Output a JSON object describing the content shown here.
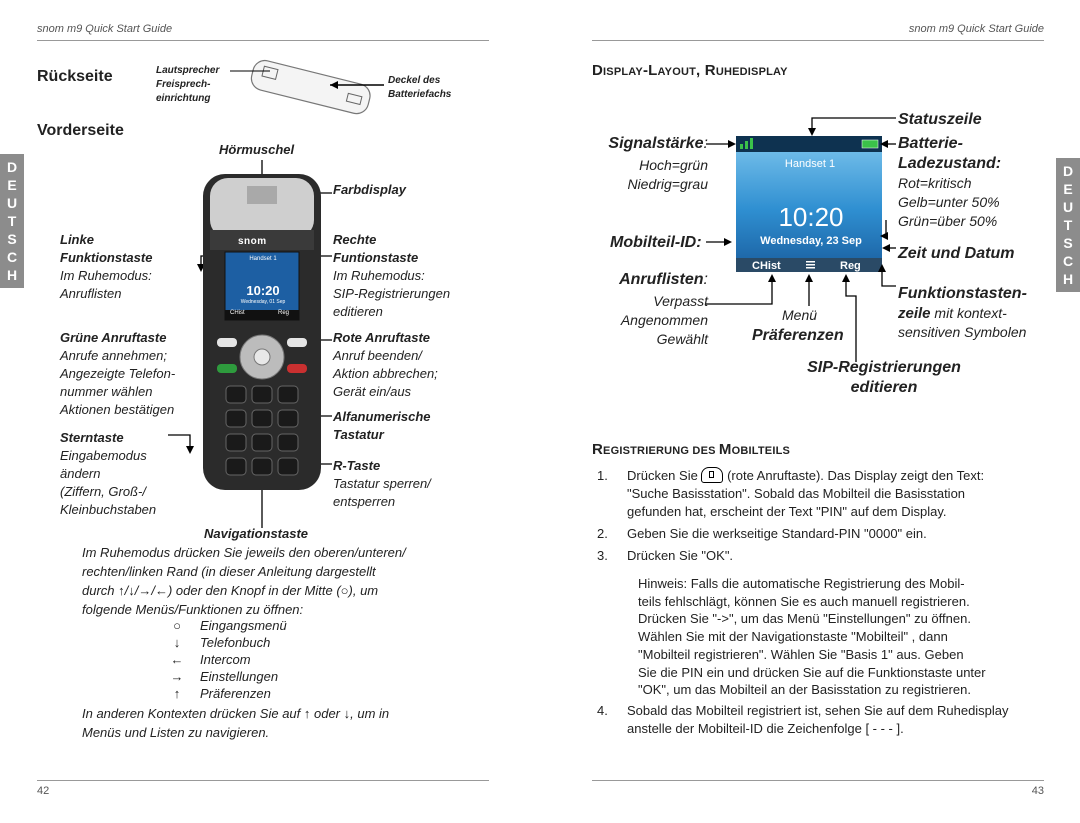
{
  "header": {
    "left": "snom m9 Quick Start Guide",
    "right": "snom m9 Quick Start Guide"
  },
  "footer": {
    "left_page": "42",
    "right_page": "43"
  },
  "side_tab": {
    "letters": [
      "D",
      "E",
      "U",
      "T",
      "S",
      "C",
      "H"
    ]
  },
  "left": {
    "back_title": "Rückseite",
    "back_labels": {
      "speaker": "Lautsprecher",
      "handsfree_1": "Freisprech-",
      "handsfree_2": "einrichtung",
      "cover_1": "Deckel des",
      "cover_2": "Batteriefachs"
    },
    "front_title": "Vorderseite",
    "earpiece": "Hörmuschel",
    "color_display": "Farbdisplay",
    "left_fkey": {
      "title_1": "Linke",
      "title_2": "Funktionstaste",
      "desc_1": "Im Ruhemodus:",
      "desc_2": "Anruflisten"
    },
    "right_fkey": {
      "title_1": "Rechte",
      "title_2": "Funtionstaste",
      "desc_1": "Im Ruhemodus:",
      "desc_2": "SIP-Registrierungen",
      "desc_3": "editieren"
    },
    "green_key": {
      "title": "Grüne Anruftaste",
      "l1": "Anrufe annehmen;",
      "l2": "Angezeigte Telefon-",
      "l3": "nummer wählen",
      "l4": "Aktionen bestätigen"
    },
    "red_key": {
      "title": "Rote Anruftaste",
      "l1": "Anruf beenden/",
      "l2": "Aktion abbrechen;",
      "l3": "Gerät ein/aus"
    },
    "alpha": {
      "l1": "Alfanumerische",
      "l2": "Tastatur"
    },
    "star_key": {
      "title": "Sterntaste",
      "l1": "Eingabemodus",
      "l2": "ändern",
      "l3": "(Ziffern, Groß-/",
      "l4": "Kleinbuchstaben"
    },
    "r_key": {
      "title": "R-Taste",
      "l1": "Tastatur sperren/",
      "l2": "entsperren"
    },
    "nav_key": {
      "title": "Navigationstaste",
      "p1": "Im Ruhemodus drücken Sie jeweils den oberen/unteren/",
      "p2": "rechten/linken Rand  (in dieser Anleitung dargestellt",
      "p3": "durch ↑/↓/→/←) oder den Knopf in der Mitte (○), um",
      "p4": "folgende Menüs/Funktionen zu öffnen:",
      "items": [
        {
          "sym": "○",
          "text": "Eingangsmenü"
        },
        {
          "sym": "↓",
          "text": "Telefonbuch"
        },
        {
          "sym": "←",
          "text": "Intercom"
        },
        {
          "sym": "→",
          "text": "Einstellungen"
        },
        {
          "sym": "↑",
          "text": "Präferenzen"
        }
      ],
      "q1": "In anderen Kontexten drücken Sie auf ↑ oder ↓, um in",
      "q2": "Menüs und Listen zu navigieren."
    },
    "phone_screen": {
      "brand": "snom",
      "handset": "Handset 1",
      "time": "10:20",
      "date": "Wednesday, 01 Sep",
      "left": "CHist",
      "right": "Reg"
    }
  },
  "right": {
    "display_heading_1": "D",
    "display_heading_2": "ISPLAY",
    "display_heading_3": "-L",
    "display_heading_4": "AYOUT",
    "display_heading_5": ", R",
    "display_heading_6": "UHEDISPLAY",
    "statuszeile": "Statuszeile",
    "signal": {
      "title": "Signalstärke",
      "colon": ":",
      "l1": "Hoch=grün",
      "l2": "Niedrig=grau"
    },
    "battery": {
      "t1": "Batterie-",
      "t2": "Ladezustand:",
      "l1": "Rot=kritisch",
      "l2": "Gelb=unter 50%",
      "l3": "Grün=über 50%"
    },
    "mobil_id": "Mobilteil-ID:",
    "time_date": "Zeit und Datum",
    "calllists": {
      "title": "Anruflisten",
      "colon": ":",
      "l1": "Verpasst",
      "l2": "Angenommen",
      "l3": "Gewählt"
    },
    "menu": "Menü",
    "preferences": "Präferenzen",
    "fkeyline": {
      "t1": "Funktionstasten-",
      "t2": "zeile",
      "t2b": " mit kontext-",
      "t3": "sensitiven Symbolen"
    },
    "sip": {
      "l1": "SIP-Registrierungen",
      "l2": "editieren"
    },
    "screen": {
      "handset": "Handset 1",
      "time": "10:20",
      "date": "Wednesday, 23 Sep",
      "left": "CHist",
      "right": "Reg"
    },
    "reg_heading_1": "R",
    "reg_heading_2": "EGISTRIERUNG DES ",
    "reg_heading_3": "M",
    "reg_heading_4": "OBILTEILS",
    "steps": [
      {
        "n": "1.",
        "lines": [
          "Drücken Sie",
          "(rote Anruftaste). Das Display zeigt den Text:",
          "\"Suche Basisstation\". Sobald das Mobilteil die Basisstation",
          "gefunden hat, erscheint der Text \"PIN\" auf dem Display."
        ]
      },
      {
        "n": "2.",
        "lines": [
          "Geben Sie die werkseitige Standard-PIN \"0000\" ein."
        ]
      },
      {
        "n": "3.",
        "lines": [
          "Drücken Sie \"OK\"."
        ]
      },
      {
        "n": "4.",
        "lines": [
          "Sobald das Mobilteil registriert ist, sehen Sie auf dem Ruhedisplay",
          "anstelle der Mobilteil-ID die Zeichenfolge [ - - - ]."
        ]
      }
    ],
    "hint": [
      "Hinweis: Falls die automatische Registrierung des Mobil-",
      "teils fehlschlägt, können Sie es auch manuell registrieren.",
      "Drücken Sie \"->\", um das Menü \"Einstellungen\" zu öffnen.",
      "Wählen Sie mit der Navigationstaste \"Mobilteil\" , dann",
      "\"Mobilteil registrieren\". Wählen Sie \"Basis 1\" aus. Geben",
      "Sie die PIN ein und drücken Sie auf die Funktionstaste unter",
      "\"OK\", um das Mobilteil an der Basisstation zu registrieren."
    ]
  }
}
